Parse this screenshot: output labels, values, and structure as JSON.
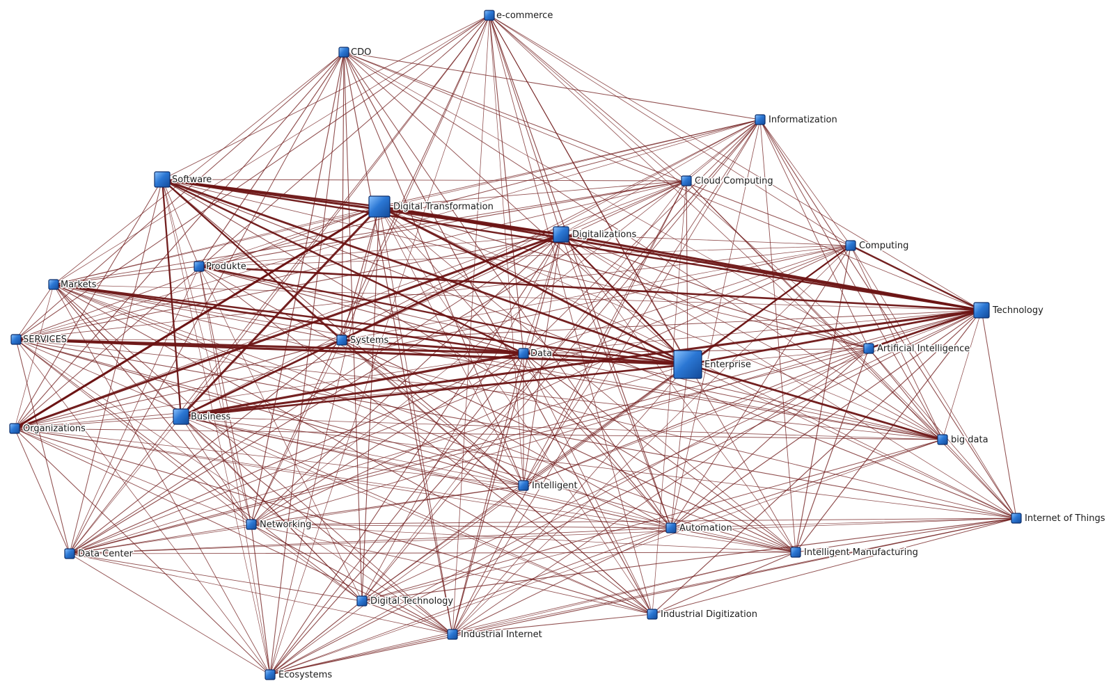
{
  "diagram": {
    "type": "network-graph",
    "colors": {
      "edge": "#6b1414",
      "node_fill": "#2b77d4",
      "node_highlight": "#8cc4ff",
      "node_stroke": "#0d2f6b"
    },
    "nodes": [
      {
        "id": "ecommerce",
        "label": "e-commerce",
        "weight": 1
      },
      {
        "id": "cdo",
        "label": "CDO",
        "weight": 1
      },
      {
        "id": "informatization",
        "label": "Informatization",
        "weight": 1
      },
      {
        "id": "software",
        "label": "Software",
        "weight": 2
      },
      {
        "id": "digital_transformation",
        "label": "Digital Transformation",
        "weight": 3
      },
      {
        "id": "cloud_computing",
        "label": "Cloud Computing",
        "weight": 1
      },
      {
        "id": "digitalizations",
        "label": "Digitalizations",
        "weight": 2
      },
      {
        "id": "computing",
        "label": "Computing",
        "weight": 1
      },
      {
        "id": "produkte",
        "label": "Produkte",
        "weight": 1
      },
      {
        "id": "markets",
        "label": "Markets",
        "weight": 1
      },
      {
        "id": "technology",
        "label": "Technology",
        "weight": 2
      },
      {
        "id": "services",
        "label": "SERVICES",
        "weight": 1
      },
      {
        "id": "systems",
        "label": "Systems",
        "weight": 1
      },
      {
        "id": "data",
        "label": "Data",
        "weight": 1
      },
      {
        "id": "enterprise",
        "label": "Enterprise",
        "weight": 4
      },
      {
        "id": "artificial_intelligence",
        "label": "Artificial Intelligence",
        "weight": 1
      },
      {
        "id": "business",
        "label": "Business",
        "weight": 2
      },
      {
        "id": "organizations",
        "label": "Organizations",
        "weight": 1
      },
      {
        "id": "big_data",
        "label": "big data",
        "weight": 1
      },
      {
        "id": "intelligent",
        "label": "Intelligent",
        "weight": 1
      },
      {
        "id": "internet_of_things",
        "label": "Internet of Things",
        "weight": 1
      },
      {
        "id": "networking",
        "label": "Networking",
        "weight": 1
      },
      {
        "id": "automation",
        "label": "Automation",
        "weight": 1
      },
      {
        "id": "data_center",
        "label": "Data Center",
        "weight": 1
      },
      {
        "id": "intelligent_manufacturing",
        "label": "Intelligent Manufacturing",
        "weight": 1
      },
      {
        "id": "digital_technology",
        "label": "Digital Technology",
        "weight": 1
      },
      {
        "id": "industrial_digitization",
        "label": "Industrial Digitization",
        "weight": 1
      },
      {
        "id": "industrial_internet",
        "label": "Industrial Internet",
        "weight": 1
      },
      {
        "id": "ecosystems",
        "label": "Ecosystems",
        "weight": 1
      }
    ],
    "strong_edges": [
      [
        "software",
        "digital_transformation"
      ],
      [
        "software",
        "digitalizations"
      ],
      [
        "software",
        "enterprise"
      ],
      [
        "software",
        "technology"
      ],
      [
        "software",
        "business"
      ],
      [
        "software",
        "systems"
      ],
      [
        "software",
        "data"
      ],
      [
        "digital_transformation",
        "enterprise"
      ],
      [
        "digital_transformation",
        "digitalizations"
      ],
      [
        "digital_transformation",
        "business"
      ],
      [
        "digital_transformation",
        "organizations"
      ],
      [
        "digital_transformation",
        "technology"
      ],
      [
        "digitalizations",
        "enterprise"
      ],
      [
        "digitalizations",
        "technology"
      ],
      [
        "digitalizations",
        "business"
      ],
      [
        "digitalizations",
        "organizations"
      ],
      [
        "enterprise",
        "business"
      ],
      [
        "enterprise",
        "technology"
      ],
      [
        "enterprise",
        "produkte"
      ],
      [
        "enterprise",
        "services"
      ],
      [
        "enterprise",
        "markets"
      ],
      [
        "enterprise",
        "systems"
      ],
      [
        "enterprise",
        "big_data"
      ],
      [
        "enterprise",
        "computing"
      ],
      [
        "business",
        "technology"
      ],
      [
        "business",
        "data"
      ],
      [
        "produkte",
        "technology"
      ],
      [
        "services",
        "data"
      ],
      [
        "markets",
        "data"
      ],
      [
        "organizations",
        "digital_transformation"
      ],
      [
        "technology",
        "computing"
      ],
      [
        "technology",
        "artificial_intelligence"
      ]
    ]
  }
}
